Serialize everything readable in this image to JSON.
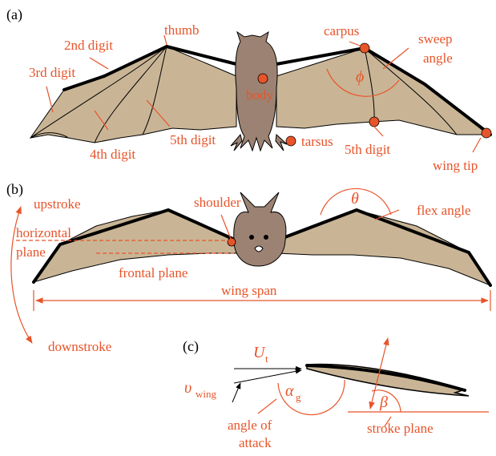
{
  "panels": {
    "a": "(a)",
    "b": "(b)",
    "c": "(c)"
  },
  "panel_a": {
    "thumb": "thumb",
    "digit2": "2nd digit",
    "digit3": "3rd digit",
    "digit4": "4th digit",
    "digit5_left": "5th digit",
    "body": "body",
    "tarsus": "tarsus",
    "carpus": "carpus",
    "sweep": "sweep",
    "angle": "angle",
    "phi": "ϕ",
    "digit5_right": "5th digit",
    "wing_tip": "wing tip"
  },
  "panel_b": {
    "upstroke": "upstroke",
    "shoulder": "shoulder",
    "horizontal": "horizontal",
    "plane": "plane",
    "frontal_plane": "frontal plane",
    "wing_span": "wing span",
    "theta": "θ",
    "flex_angle": "flex angle",
    "downstroke": "downstroke"
  },
  "panel_c": {
    "U": "U",
    "U_sub": "t",
    "v": "υ",
    "v_sub": "wing",
    "alpha": "α",
    "alpha_sub": "g",
    "angle_of": "angle of",
    "attack": "attack",
    "beta": "β",
    "stroke_plane": "stroke plane"
  },
  "colors": {
    "accent": "#e8542a",
    "membrane": "#c9b596",
    "fur": "#9c8272"
  }
}
